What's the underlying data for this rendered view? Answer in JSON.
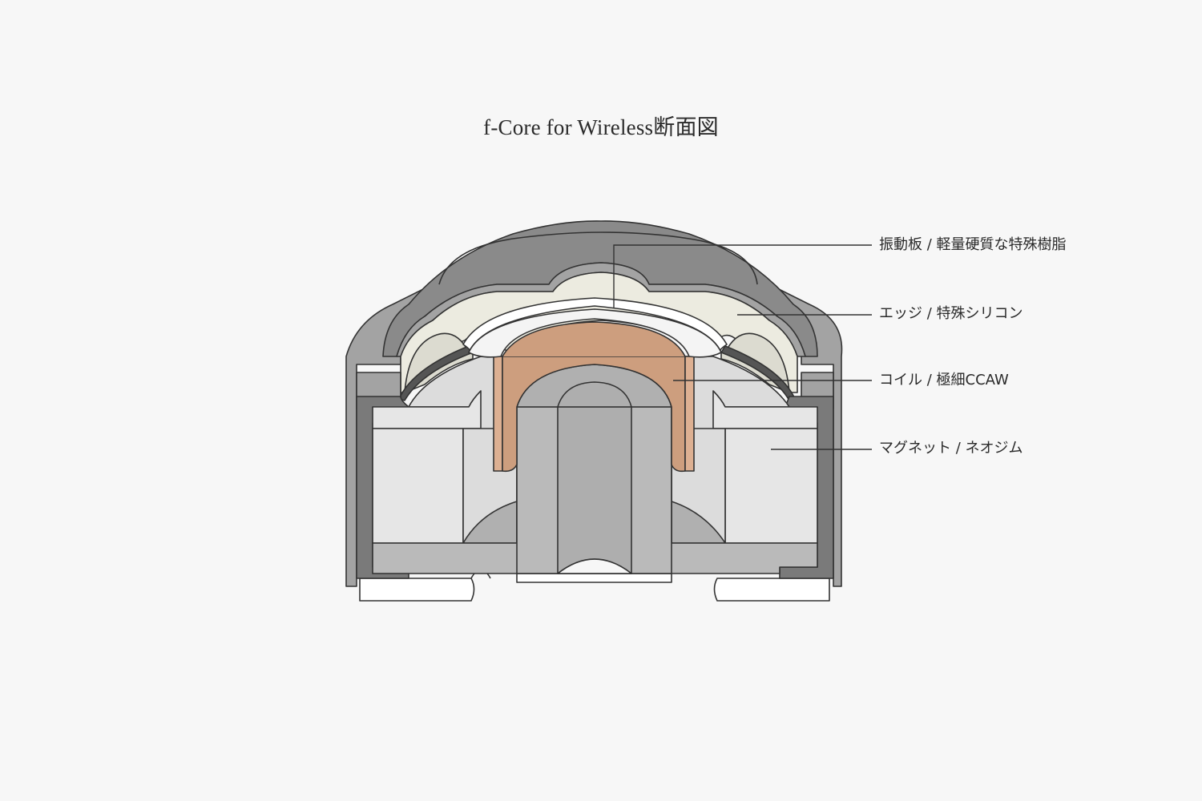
{
  "title": "f-Core for Wireless断面図",
  "labels": [
    {
      "id": "diaphragm",
      "text": "振動板 / 軽量硬質な特殊樹脂"
    },
    {
      "id": "edge",
      "text": "エッジ / 特殊シリコン"
    },
    {
      "id": "coil",
      "text": "コイル / 極細CCAW"
    },
    {
      "id": "magnet",
      "text": "マグネット / ネオジム"
    }
  ],
  "colors": {
    "background": "#f7f7f7",
    "housing_dark": "#888888",
    "housing_mid": "#a0a0a0",
    "frame_dark": "#7a7a7a",
    "edge_cream": "#ecebe0",
    "edge_shadow": "#dcdbd0",
    "diaphragm_white": "#ffffff",
    "coil_copper": "#cd9e7e",
    "coil_copper_light": "#ddb092",
    "magnet_light": "#e6e6e6",
    "inner_light": "#dcdcdc",
    "pole_gray": "#b8b8b8",
    "pole_center": "#aeaeae",
    "outline": "#333333"
  }
}
